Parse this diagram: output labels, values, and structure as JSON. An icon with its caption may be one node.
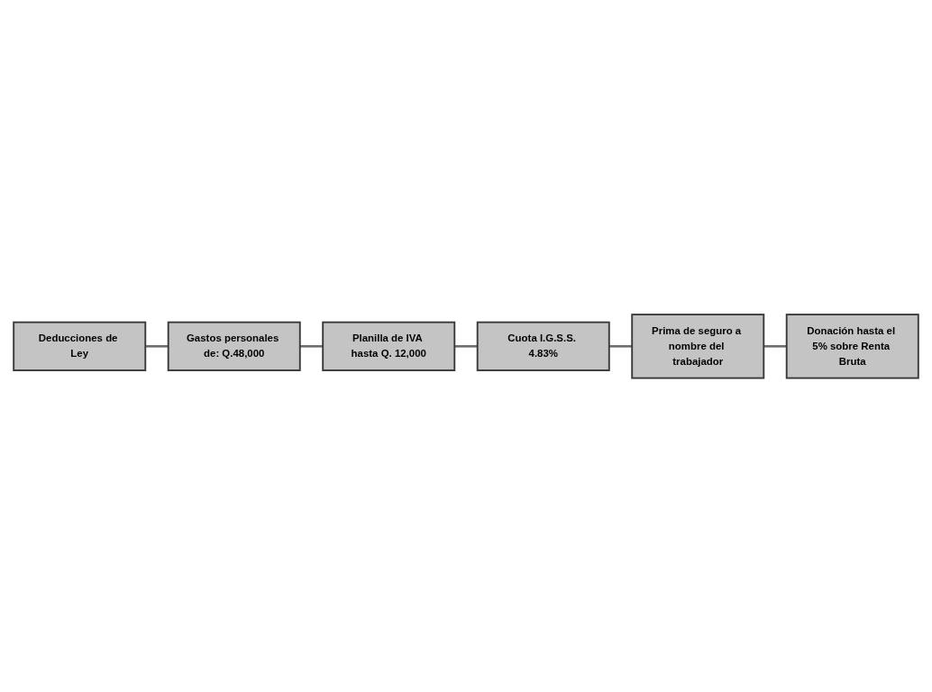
{
  "diagram": {
    "nodes": [
      {
        "text": [
          "Deducciones de Ley"
        ]
      },
      {
        "text": [
          "Gastos personales de: Q.48,000"
        ]
      },
      {
        "text": [
          "Planilla de IVA hasta Q. 12,000"
        ]
      },
      {
        "text": [
          "Cuota I.G.S.S. 4.83%"
        ]
      },
      {
        "text": [
          "Prima de seguro a nombre del trabajador"
        ]
      },
      {
        "text": [
          "Donación hasta el 5% sobre Renta Bruta"
        ]
      }
    ],
    "edges": [
      {
        "from": 0,
        "to": 1,
        "arrow": "none"
      },
      {
        "from": 1,
        "to": 2,
        "arrow": "none"
      },
      {
        "from": 2,
        "to": 3,
        "arrow": "none"
      },
      {
        "from": 3,
        "to": 4,
        "arrow": "none"
      },
      {
        "from": 4,
        "to": 5,
        "arrow": "none"
      }
    ]
  }
}
